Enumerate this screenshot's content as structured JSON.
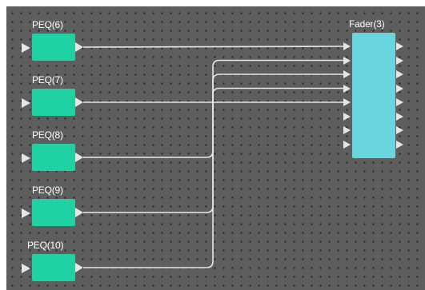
{
  "canvas": {
    "background": "#5e5e5e",
    "grid_dot_color": "#2a2a2a",
    "wire_color": "#e8e8e8"
  },
  "peq_blocks": [
    {
      "label": "PEQ(6)"
    },
    {
      "label": "PEQ(7)"
    },
    {
      "label": "PEQ(8)"
    },
    {
      "label": "PEQ(9)"
    },
    {
      "label": "PEQ(10)"
    }
  ],
  "peq_color": "#1fd1a3",
  "fader": {
    "label": "Fader(3)",
    "color": "#68d6dc",
    "input_count": 8,
    "output_count": 8
  },
  "connections": [
    {
      "from": "PEQ(6)",
      "to_input": 1
    },
    {
      "from": "PEQ(7)",
      "to_input": 5
    },
    {
      "from": "PEQ(8)",
      "to_input": 4
    },
    {
      "from": "PEQ(9)",
      "to_input": 3
    },
    {
      "from": "PEQ(10)",
      "to_input": 2
    }
  ]
}
